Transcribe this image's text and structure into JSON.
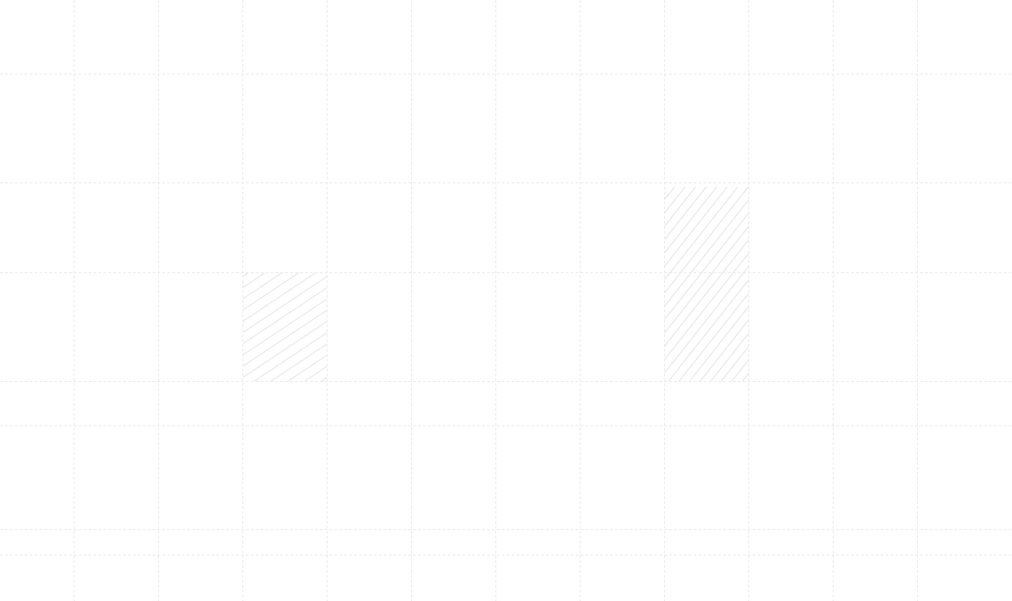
{
  "page": {
    "background": "#ffffff",
    "grid_line_color": "#e5e5e5",
    "grid_line_style": "dashed",
    "hatch_color": "#d9d9d9"
  },
  "grid": {
    "vertical_line_count": 12,
    "horizontal_line_count": 7
  },
  "hatched_panels": [
    {
      "name": "hatched-panel-left",
      "hatch_direction": "rising-shallow"
    },
    {
      "name": "hatched-panel-right",
      "hatch_direction": "rising-steep"
    }
  ]
}
